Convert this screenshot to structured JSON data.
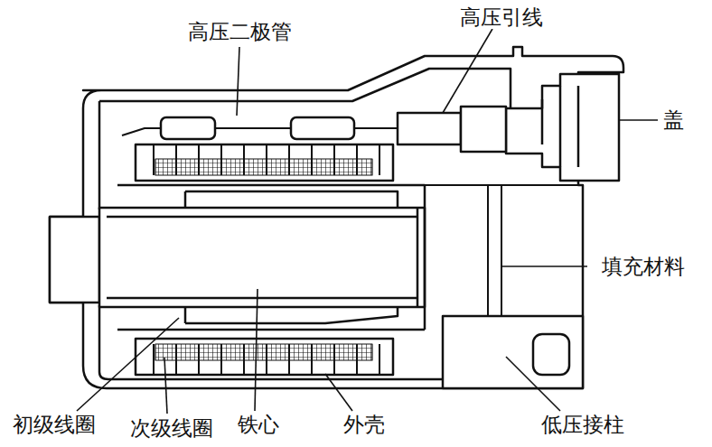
{
  "diagram": {
    "labels": [
      "高压二极管",
      "高压引线",
      "盖",
      "填充材料",
      "初级线圈",
      "次级线圈",
      "铁心",
      "外壳",
      "低压接柱"
    ]
  }
}
